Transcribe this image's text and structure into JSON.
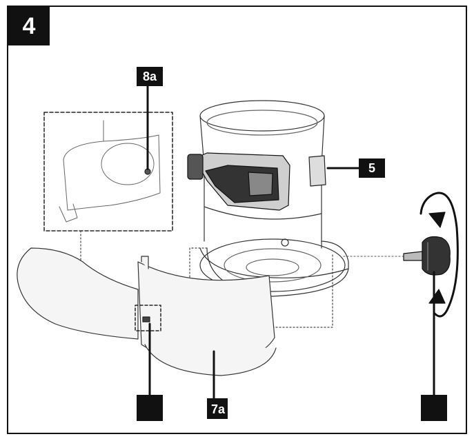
{
  "figure": {
    "number": "4",
    "callouts": {
      "part_8a": "8a",
      "part_5": "5",
      "part_7a": "7a",
      "blank_left": "",
      "blank_right": ""
    }
  }
}
